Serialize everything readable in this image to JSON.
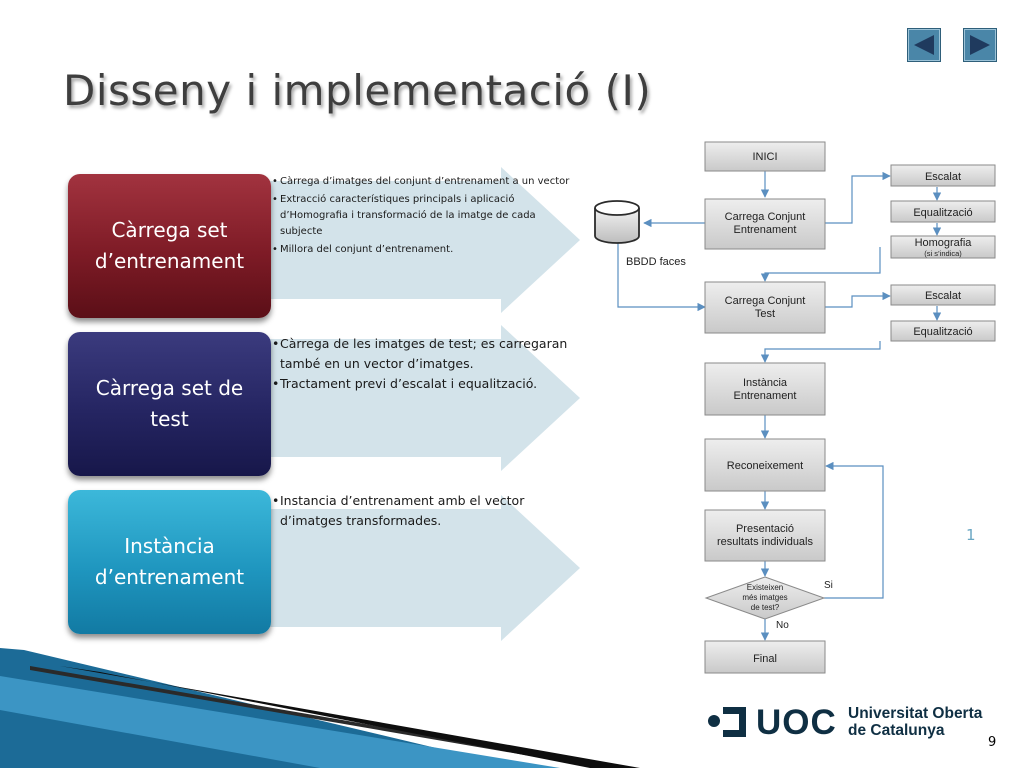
{
  "title": "Disseny i implementació (I)",
  "nav": {
    "prev_icon": "triangle-left",
    "next_icon": "triangle-right",
    "button_color": "#4a86a8"
  },
  "steps": [
    {
      "label": "Càrrega  set d’entrenament",
      "color": "#7e1b26",
      "bullets": [
        "Càrrega d’imatges del conjunt d’entrenament a un vector",
        "Extracció característiques principals i aplicació d’Homografia  i transformació de la imatge de cada subjecte",
        "Millora del conjunt d’entrenament."
      ]
    },
    {
      "label": "Càrrega set de test",
      "color": "#252562",
      "bullets": [
        "Càrrega de les imatges de test; es carregaran també en un vector d’imatges.",
        "Tractament previ d’escalat i equalització."
      ]
    },
    {
      "label": "Instància d’entrenament",
      "color": "#1f96bf",
      "bullets": [
        "Instancia d’entrenament amb el vector d’imatges transformades."
      ]
    }
  ],
  "flowchart": {
    "inici": "INICI",
    "carrega_ent": [
      "Carrega Conjunt",
      "Entrenament"
    ],
    "escalat_1": "Escalat",
    "equalitzacio_1": "Equalització",
    "homografia": "Homografia",
    "homografia_note": "(si s’indica)",
    "bbdd": "BBDD faces",
    "carrega_test": [
      "Carrega Conjunt",
      "Test"
    ],
    "escalat_2": "Escalat",
    "equalitzacio_2": "Equalització",
    "instancia": [
      "Instància",
      "Entrenament"
    ],
    "reconeixement": "Reconeixement",
    "presentacio": [
      "Presentació",
      "resultats individuals"
    ],
    "decision": [
      "Existeixen",
      "més imatges",
      "de test?"
    ],
    "si": "Si",
    "no": "No",
    "final": "Final"
  },
  "stray_mark": "1",
  "logo": {
    "mark": "UOC",
    "name_line1": "Universitat Oberta",
    "name_line2": "de Catalunya"
  },
  "page_number": "9"
}
